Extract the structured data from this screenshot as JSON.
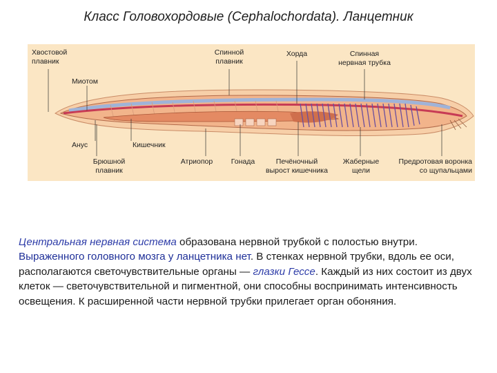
{
  "title": "Класс Головохордовые (Cephalochordata). Ланцетник",
  "labels": {
    "tail_fin": "Хвостовой\nплавник",
    "dorsal_fin": "Спинной\nплавник",
    "chord": "Хорда",
    "nerve_tube": "Спинная\nнервная трубка",
    "myotome": "Миотом",
    "anus": "Анус",
    "intestine": "Кишечник",
    "ventral_fin": "Брюшной\nплавник",
    "atriopore": "Атриопор",
    "gonad": "Гонада",
    "liver": "Печёночный\nвырост кишечника",
    "gill_slits": "Жаберные\nщели",
    "funnel": "Предротовая воронка\nсо щупальцами"
  },
  "paragraph": {
    "p1": "Центральная нервная система",
    "p2": " образована нервной трубкой с полостью внутри. ",
    "p3": "Выраженного головного мозга у ланцетника нет",
    "p4": ". В стенках нервной трубки, вдоль ее оси, располагаются светочувствительные органы — ",
    "p5": "глазки Гессе",
    "p6": ". Каждый из них состоит из двух клеток — светочувствительной и пигментной, они способны воспринимать интенсивность освещения. К расширенной части нервной трубки прилегает орган обоняния."
  },
  "colors": {
    "background_panel": "#fbe6c4",
    "body": "#f2b48b",
    "chord": "#c73b55",
    "nerve_tube": "#9fb3d8",
    "gills": "#6a4f9e",
    "highlight_text": "#2d3ca8"
  }
}
